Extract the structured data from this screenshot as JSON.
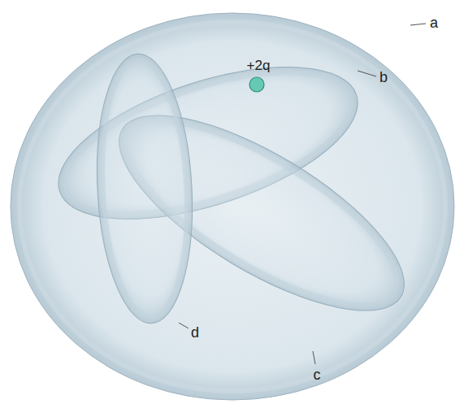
{
  "diagram": {
    "labels": [
      "+2q",
      "a",
      "b",
      "c",
      "d"
    ]
  }
}
